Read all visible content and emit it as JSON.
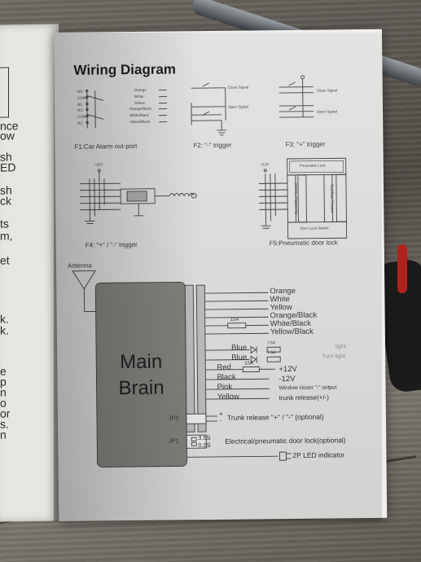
{
  "left_page": {
    "fragments": [
      "nce",
      "ow",
      "sh",
      "ED",
      "sh",
      "ck",
      "ts",
      "m,",
      "et",
      "k.",
      "k.",
      "e",
      "p",
      "n",
      "o",
      "or",
      "s.",
      "n"
    ]
  },
  "diagram": {
    "title": "Wiring Diagram",
    "f1": {
      "caption": "F1:Car Alarm out-port",
      "pins": [
        "NO",
        "COM",
        "NC",
        "NO",
        "COM",
        "NC"
      ],
      "wires": [
        "Orange",
        "White",
        "Yellow",
        "Orange/Black",
        "White/Black",
        "Yellow/Black"
      ]
    },
    "f2": {
      "caption": "F2: \"-\" trigger",
      "close_label": "Close Signal",
      "open_label": "Open Signal"
    },
    "f3": {
      "caption": "F3: \"+\" trigger",
      "close_label": "Close Signal",
      "open_label": "Open Signal"
    },
    "f4": {
      "caption": "F4: \"+\" / \"-\" trigger",
      "voltage": "+12V"
    },
    "f5": {
      "caption": "F5:Pneumatic door lock",
      "voltage": "+12V",
      "pneumatic_label": "Pneumatic Lock",
      "left_col": "Green/Blue Neutral",
      "right_col": "Red/Blue Positive",
      "door_label": "Door Lock Switch"
    },
    "main": {
      "antenna": "Antenna",
      "main_brain_line1": "Main",
      "main_brain_line2": "Brain",
      "wires": [
        "Orange",
        "White",
        "Yellow",
        "Orange/Black",
        "White/Black",
        "Yellow/Black"
      ],
      "fuse_15a": "15A",
      "blue1": "Blue",
      "blue2": "Blue",
      "fuse_75a": "7.5A",
      "fuse_75a_2": "7.5A",
      "light1": "light",
      "light2": "Turn light",
      "red": "Red",
      "red_fuse": "15A",
      "plus12": "+12V",
      "black": "Black",
      "minus12": "-12V",
      "pink": "Pink",
      "window": "Window closer \"-\" output",
      "yellow": "Yellow",
      "trunk": "trunk release(+/-)",
      "jp3": "JP3",
      "trunk_release": "Trunk release \"+\" / \"-\" (optional)",
      "jp1": "JP1",
      "s35": "3.5S",
      "s05": "0.5S",
      "door_lock": "Electrical/pneumatic door lock(optional)",
      "led": "2P LED indicator"
    }
  }
}
